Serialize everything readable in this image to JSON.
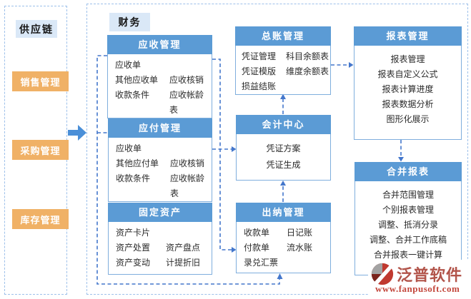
{
  "colors": {
    "header_blue": "#5B9BD5",
    "body_border_blue": "#7FAEDD",
    "light_blue_tab": "#DAE8F7",
    "orange": "#F0B166",
    "connector_blue": "#4477CC",
    "panel_dash_blue": "#9DC0EA",
    "logo_red": "#C3473C"
  },
  "supply_chain": {
    "title": "供应链",
    "items": [
      "销售管理",
      "采购管理",
      "库存管理"
    ]
  },
  "finance": {
    "tab": "财务",
    "boxes": {
      "receivables": {
        "title": "应收管理",
        "rows": [
          [
            "应收单",
            ""
          ],
          [
            "其他应收单",
            "应收核销"
          ],
          [
            "收款条件",
            "应收帐龄表"
          ]
        ]
      },
      "payables": {
        "title": "应付管理",
        "rows": [
          [
            "应收单",
            ""
          ],
          [
            "其他应付单",
            "应收核销"
          ],
          [
            "收款条件",
            "应收帐龄表"
          ]
        ]
      },
      "fixed_assets": {
        "title": "固定资产",
        "rows": [
          [
            "资产卡片",
            ""
          ],
          [
            "资产处置",
            "资产盘点"
          ],
          [
            "资产变动",
            "计提折旧"
          ]
        ]
      },
      "general_ledger": {
        "title": "总账管理",
        "rows": [
          [
            "凭证管理",
            "科目余额表"
          ],
          [
            "凭证模版",
            "维度余额表"
          ],
          [
            "损益结账",
            ""
          ]
        ]
      },
      "accounting_center": {
        "title": "会计中心",
        "items": [
          "凭证方案",
          "凭证生成"
        ]
      },
      "cashier": {
        "title": "出纳管理",
        "rows": [
          [
            "收款单",
            "日记账"
          ],
          [
            "付款单",
            "流水账"
          ],
          [
            "录兑汇票",
            ""
          ]
        ]
      },
      "reports": {
        "title": "报表管理",
        "items": [
          "报表管理",
          "报表自定义公式",
          "报表计算进度",
          "报表数据分析",
          "图形化展示"
        ]
      },
      "consolidated": {
        "title": "合并报表",
        "items": [
          "合并范围管理",
          "个别报表管理",
          "调整、抵消分录",
          "调整、合并工作底稿",
          "合并报表一键计算"
        ]
      }
    }
  },
  "logo": {
    "name": "泛普软件",
    "url": "www.fanpusoft.com"
  }
}
